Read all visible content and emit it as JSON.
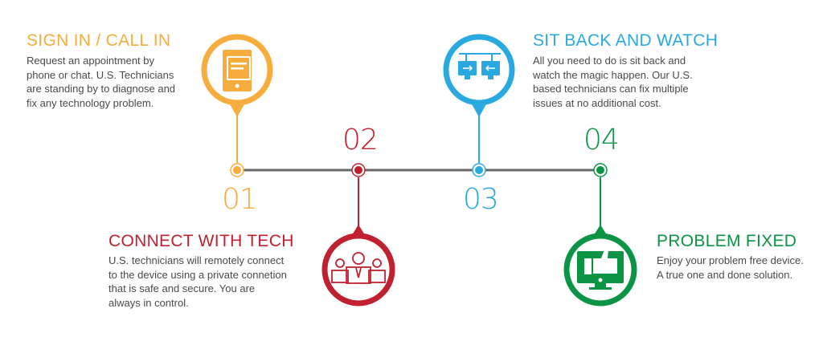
{
  "colors": {
    "step1": "#F7AD3E",
    "step2": "#C0202F",
    "step3": "#29A9E0",
    "step4": "#0A9444",
    "timeline": "#666666",
    "text": "#4a4a4a"
  },
  "steps": [
    {
      "number": "01",
      "title": "SIGN IN / CALL IN",
      "icon": "tablet-icon",
      "lines": [
        "Request an appointment by",
        "phone or chat.  U.S. Technicians",
        "are standing by to diagnose and",
        "fix any technology problem."
      ]
    },
    {
      "number": "02",
      "title": "CONNECT WITH TECH",
      "icon": "technicians-icon",
      "lines": [
        "U.S. technicians will remotely connect",
        "to the device using a private connetion",
        "that is safe and secure.  You are",
        "always in control."
      ]
    },
    {
      "number": "03",
      "title": "SIT BACK AND WATCH",
      "icon": "remote-connection-icon",
      "lines": [
        "All you need to do is sit back and",
        "watch the magic happen. Our U.S.",
        "based technicians can fix multiple",
        "issues at no additional cost."
      ]
    },
    {
      "number": "04",
      "title": "PROBLEM FIXED",
      "icon": "thumbs-up-monitor-icon",
      "lines": [
        "Enjoy your problem free device.",
        "A true one and done solution."
      ]
    }
  ]
}
